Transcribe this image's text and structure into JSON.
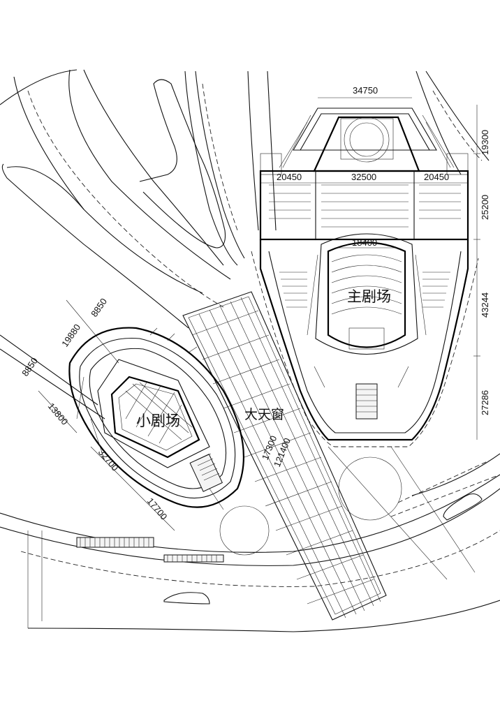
{
  "labels": {
    "main_theater": "主剧场",
    "small_theater": "小剧场",
    "skylight": "大天窗"
  },
  "dimensions": {
    "top_width": "34750",
    "left_wing": "20450",
    "stage_width": "32500",
    "right_wing": "20450",
    "proscenium": "18400",
    "right_d1": "19300",
    "right_d2": "25200",
    "right_d3": "43244",
    "right_d4": "27286",
    "skylight_w": "17300",
    "skylight_l": "121400",
    "small_a": "8850",
    "small_b": "19880",
    "small_c": "8850",
    "small_d": "13800",
    "small_e": "32700",
    "small_f": "17700"
  }
}
